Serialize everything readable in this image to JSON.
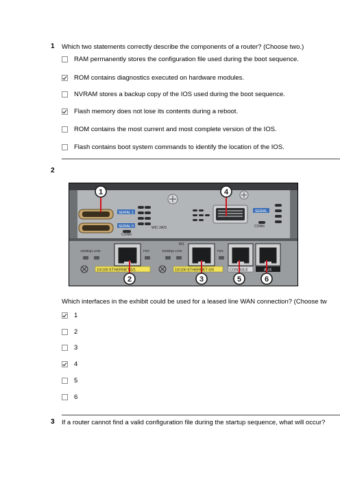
{
  "questions": [
    {
      "number": "1",
      "text": "Which two statements correctly describe the components of a router? (Choose two.)",
      "options": [
        {
          "label": "RAM permanently stores the configuration file used during the boot sequence.",
          "checked": false
        },
        {
          "label": "ROM contains diagnostics executed on hardware modules.",
          "checked": true
        },
        {
          "label": "NVRAM stores a backup copy of the IOS used during the boot sequence.",
          "checked": false
        },
        {
          "label": "Flash memory does not lose its contents during a reboot.",
          "checked": true
        },
        {
          "label": "ROM contains the most current and most complete version of the IOS.",
          "checked": false
        },
        {
          "label": "Flash contains boot system commands to identify the location of the IOS.",
          "checked": false
        }
      ]
    },
    {
      "number": "2",
      "text": "Which interfaces in the exhibit could be used for a leased line WAN connection? (Choose tw",
      "exhibit": {
        "callouts": [
          "1",
          "2",
          "3",
          "4",
          "5",
          "6"
        ],
        "port_labels": {
          "serial_top_left": "SERIAL 1",
          "serial_mid_left": "SERIAL 0",
          "conn_left": "CONN",
          "wic": "WIC 2A/S",
          "w1": "W1",
          "serial_right": "SERIAL",
          "conn_right": "CONN",
          "link1": "100Mbps LINK",
          "fdx1": "FDX",
          "link2": "100Mbps LINK",
          "fdx2": "FDX",
          "eth1": "10/100 ETHERNET 0/1",
          "eth0": "10/100 ETHERNET 0/0",
          "console": "CONSOLE",
          "aux": "AUX"
        }
      },
      "options": [
        {
          "label": "1",
          "checked": true
        },
        {
          "label": "2",
          "checked": false
        },
        {
          "label": "3",
          "checked": false
        },
        {
          "label": "4",
          "checked": true
        },
        {
          "label": "5",
          "checked": false
        },
        {
          "label": "6",
          "checked": false
        }
      ]
    },
    {
      "number": "3",
      "text": "If a router cannot find a valid configuration file during the startup sequence, what will occur?"
    }
  ]
}
